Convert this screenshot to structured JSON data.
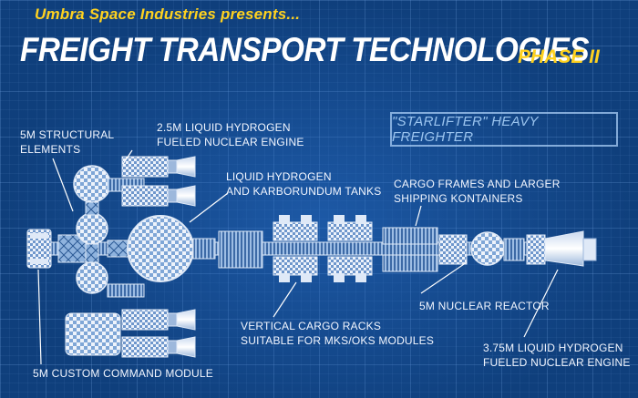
{
  "header": {
    "presents": "Umbra Space Industries presents...",
    "title": "FREIGHT TRANSPORT TECHNOLOGIES",
    "phase": "PHASE II"
  },
  "ship_class": "\"STARLIFTER\" HEAVY FREIGHTER",
  "labels": {
    "structural_line1": "5M STRUCTURAL",
    "structural_line2": "ELEMENTS",
    "engine_small_line1": "2.5M LIQUID HYDROGEN",
    "engine_small_line2": "FUELED NUCLEAR ENGINE",
    "tanks_line1": "LIQUID HYDROGEN",
    "tanks_line2": "AND KARBORUNDUM TANKS",
    "cargo_frames_line1": "CARGO FRAMES AND LARGER",
    "cargo_frames_line2": "SHIPPING KONTAINERS",
    "reactor": "5M NUCLEAR REACTOR",
    "racks_line1": "VERTICAL CARGO RACKS",
    "racks_line2": "SUITABLE FOR MKS/OKS MODULES",
    "engine_large_line1": "3.75M LIQUID HYDROGEN",
    "engine_large_line2": "FUELED NUCLEAR ENGINE",
    "command_module": "5M CUSTOM COMMAND MODULE"
  },
  "colors": {
    "background": "#0f3f7c",
    "title": "#ffffff",
    "accent": "#ffd21f",
    "line_art": "#dfe9f7"
  }
}
